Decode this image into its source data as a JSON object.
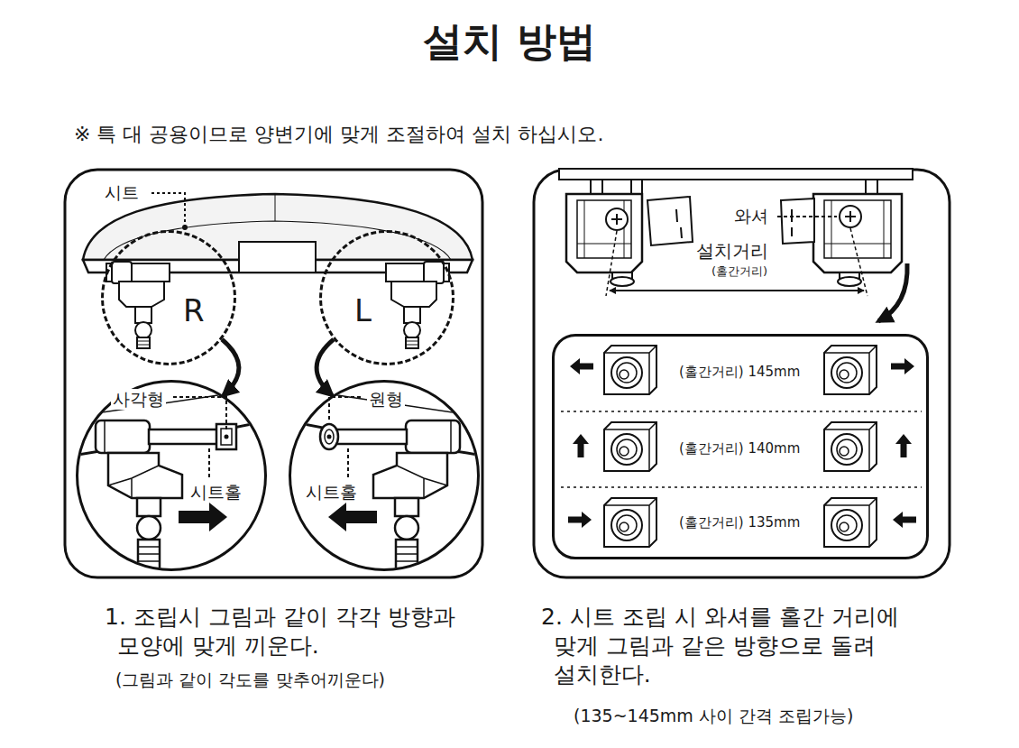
{
  "diagram": {
    "title": "설치 방법",
    "nodes": [
      {
        "text": [
          "R"
        ]
      },
      {
        "text": [
          "L"
        ]
      },
      {
        "text": [
          "사각형",
          "시트홀"
        ]
      },
      {
        "text": [
          "원형",
          "시트홀"
        ]
      },
      {
        "text": [
          "(홀간거리) 145mm",
          "(홀간거리) 140mm",
          "(홀간거리) 135mm"
        ]
      }
    ],
    "edges": [
      {
        "from": 0,
        "to": 2,
        "arrow": "to"
      },
      {
        "from": 1,
        "to": 3,
        "arrow": "to"
      }
    ],
    "labels": [
      "※ 특 대 공용이므로 양변기에 맞게 조절하여 설치 하십시오.",
      "시트",
      "와셔",
      "설치거리",
      "(홀간거리)",
      "1. 조립시 그림과 같이 각각 방향과 모양에 맞게 끼운다.",
      "(그림과 같이 각도를 맞추어끼운다)",
      "2. 시트 조립 시 와셔를 홀간 거리에 맞게 그림과 같은 방향으로 돌려 설치한다.",
      "(135~145mm 사이 간격 조립가능)"
    ]
  }
}
